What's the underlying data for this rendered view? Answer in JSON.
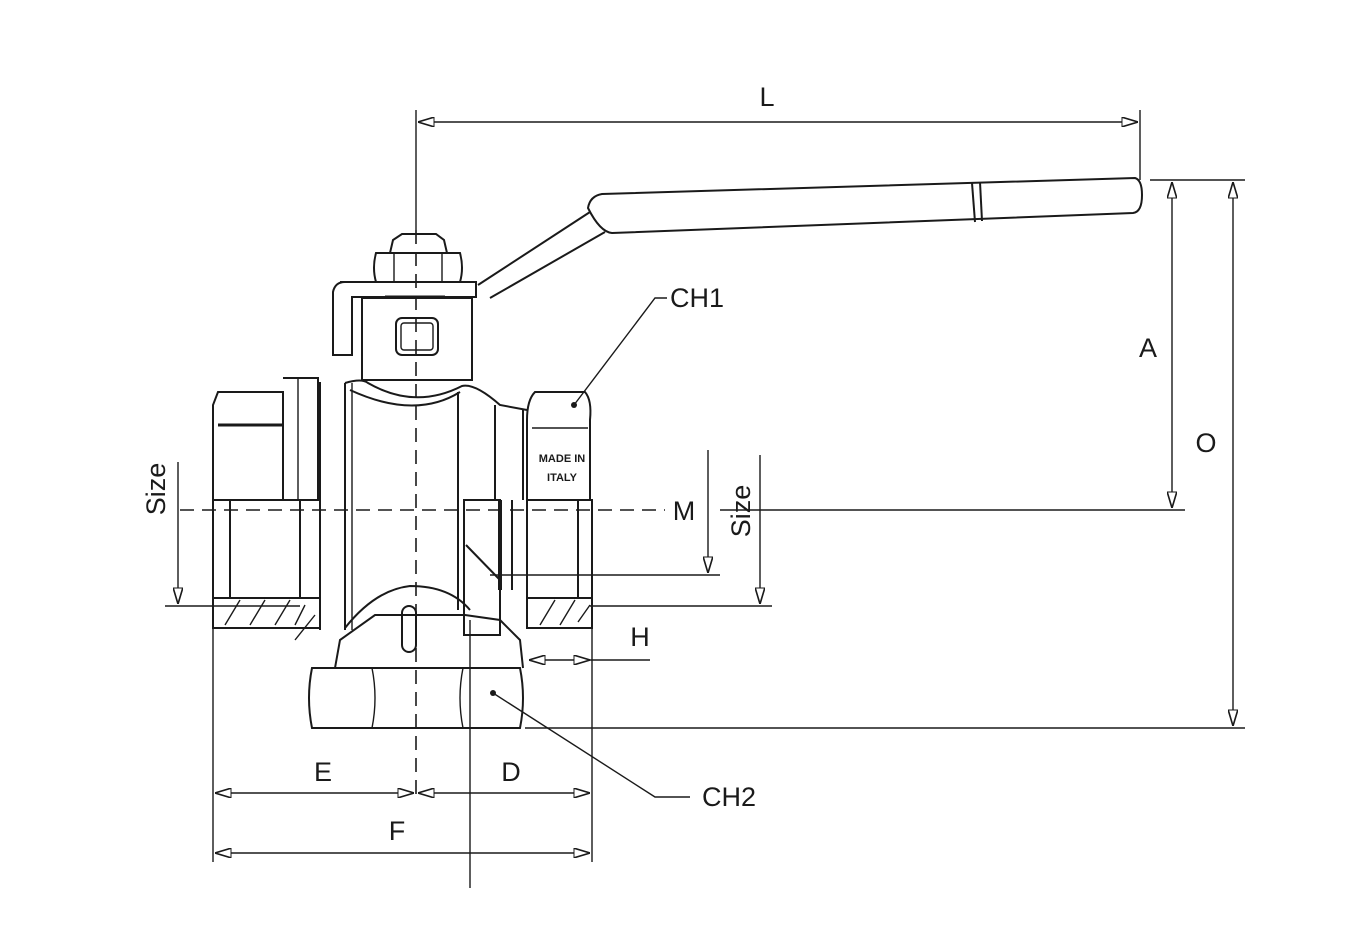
{
  "drawing": {
    "labels": {
      "L": "L",
      "A": "A",
      "O": "O",
      "M": "M",
      "H": "H",
      "E": "E",
      "D": "D",
      "F": "F",
      "CH1": "CH1",
      "CH2": "CH2",
      "size_left": "Size",
      "size_right": "Size"
    },
    "body_marking": [
      "MADE IN",
      "ITALY"
    ],
    "colors": {
      "line": "#1a1a1a",
      "background": "#ffffff"
    }
  }
}
